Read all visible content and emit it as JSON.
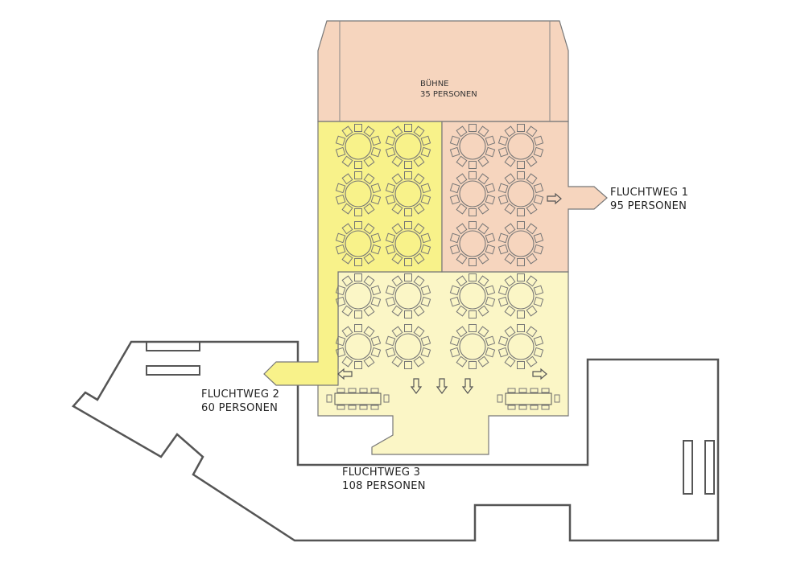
{
  "colors": {
    "stage_zone": "#f6d5be",
    "zone_yellow": "#f8f28a",
    "zone_pale": "#fbf6c6",
    "wall": "#555555",
    "table_stroke": "#777777"
  },
  "stage": {
    "name": "BÜHNE",
    "capacity": "35 PERSONEN"
  },
  "exits": [
    {
      "name": "FLUCHTWEG 1",
      "capacity": "95 PERSONEN",
      "zone_color": "stage_zone"
    },
    {
      "name": "FLUCHTWEG 2",
      "capacity": "60 PERSONEN",
      "zone_color": "zone_yellow"
    },
    {
      "name": "FLUCHTWEG 3",
      "capacity": "108 PERSONEN",
      "zone_color": "zone_pale"
    }
  ],
  "furniture": {
    "round_tables_per_zone": {
      "fluchtweg_2": 6,
      "fluchtweg_1": 6,
      "fluchtweg_3": 8
    },
    "seats_per_round_table": 10,
    "banquet_table_groups": 2
  }
}
